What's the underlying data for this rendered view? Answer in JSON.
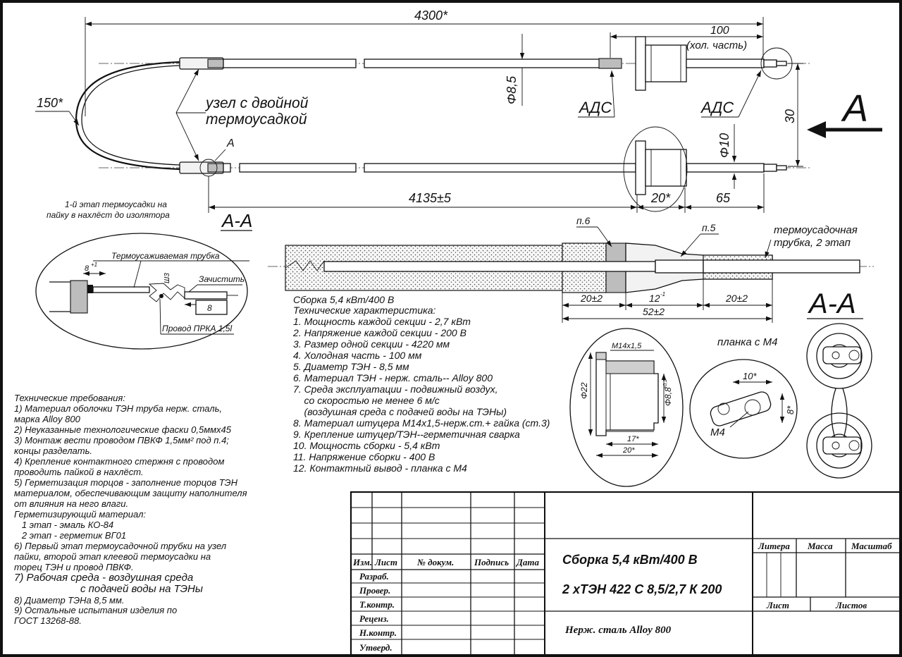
{
  "dims": {
    "overall_length": "4300*",
    "bend": "150*",
    "diameter": "Φ8,5",
    "cold_part_len": "100",
    "cold_part_note": "(хол. часть)",
    "spacing": "30",
    "flange_d": "Φ10",
    "bottom_length": "4135±5",
    "fitting": "20*",
    "end_len": "65"
  },
  "labels": {
    "double_shrink_node": [
      "узел с двойной",
      "термоусадкой"
    ],
    "ads_left": "АДС",
    "ads_right": "АДС",
    "view_a": "А",
    "detail_a": "А",
    "stage1_note": [
      "1-й этап термоусадки на",
      "пайку в нахлёст до изолятора"
    ],
    "section_aa_left": "А-А",
    "section_aa_right": "А-А",
    "p6": "п.6",
    "p5": "п.5",
    "shrink_tube_stage2": [
      "термоусадочная",
      "трубка, 2 этап"
    ]
  },
  "detail_a": {
    "shrink_tube": "Термоусаживаемая трубка",
    "dim_8": "8",
    "dim_8_tol": "+1",
    "dim_sh3": "Ш3",
    "strip": "Зачистить",
    "dim_8b": "8",
    "wire": "Провод ПРКА 1,5l"
  },
  "section_dims": {
    "d20a": "20±2",
    "d12": "12",
    "d12_tol": "-1",
    "d20b": "20±2",
    "d52": "52±2"
  },
  "specs": {
    "title": "Сборка 5,4 кВт/400 В",
    "subtitle": "Технические характеристика:",
    "items": [
      "1. Мощность каждой секции - 2,7 кВт",
      "2. Напряжение каждой секции - 200 В",
      "3. Размер одной секции - 4220 мм",
      "4. Холодная часть - 100 мм",
      "5. Диаметр ТЭН - 8,5 мм",
      "6. Материал ТЭН - нерж. сталь-- Alloy 800",
      "7. Среда эксплуатации - подвижный воздух,",
      "    со скоростью не менее 6 м/с",
      "    (воздушная среда с подачей воды на ТЭНы)",
      "8. Материал штуцера М14х1,5-нерж.ст.+ гайка (ст.3)",
      "9. Крепление  штуцер/ТЭН--герметичная сварка",
      "10. Мощность сборки - 5,4 кВт",
      "11. Напряжение сборки - 400 В",
      "12. Контактный вывод  - планка с М4"
    ]
  },
  "fitting_detail": {
    "thread": "М14х1,5",
    "d22": "Φ22",
    "d88": "Φ8,8",
    "d88_tol": "+0,1",
    "d17": "17*",
    "d20": "20*"
  },
  "plate": {
    "title": "планка с М4",
    "d10": "10*",
    "d8": "8*",
    "m4": "М4"
  },
  "tech_req": [
    "Технические требования:",
    "1) Материал оболочки ТЭН труба нерж. сталь,",
    "марка Alloy 800",
    "2) Неуказанные технологические фаски 0,5ммх45",
    "3) Монтаж вести проводом ПВКФ 1,5мм² под п.4;",
    "концы разделать.",
    "4) Крепление контактного стержня с проводом",
    "проводить пайкой в нахлёст.",
    "5) Герметизация торцов - заполнение торцов ТЭН",
    "материалом, обеспечивающим защиту наполнителя",
    "от влияния на него влаги.",
    "Герметизирующий материал:",
    "   1 этап - эмаль КО-84",
    "   2 этап - герметик ВГ01",
    "6) Первый этап термоусадочной трубки на узел",
    "пайки, второй этап клеевой термоусадки на",
    "торец ТЭН и провод ПВКФ.",
    "7) Рабочая среда - воздушная среда",
    "с подачей воды на ТЭНы",
    "8) Диаметр ТЭНа 8,5 мм.",
    "9) Остальные испытания изделия по",
    "ГОСТ 13268-88."
  ],
  "title_block": {
    "headers": [
      "Изм.",
      "Лист",
      "№ докум.",
      "Подпись",
      "Дата"
    ],
    "roles": [
      "Разраб.",
      "Провер.",
      "Т.контр.",
      "Реценз.",
      "Н.контр.",
      "Утверд."
    ],
    "name_line1": "Сборка 5,4 кВт/400 В",
    "name_line2": "2 хТЭН 422 С 8,5/2,7 К 200",
    "material": "Нерж. сталь Alloy 800",
    "litera": "Литера",
    "mass": "Масса",
    "scale": "Масштаб",
    "sheet": "Лист",
    "sheets": "Листов"
  }
}
